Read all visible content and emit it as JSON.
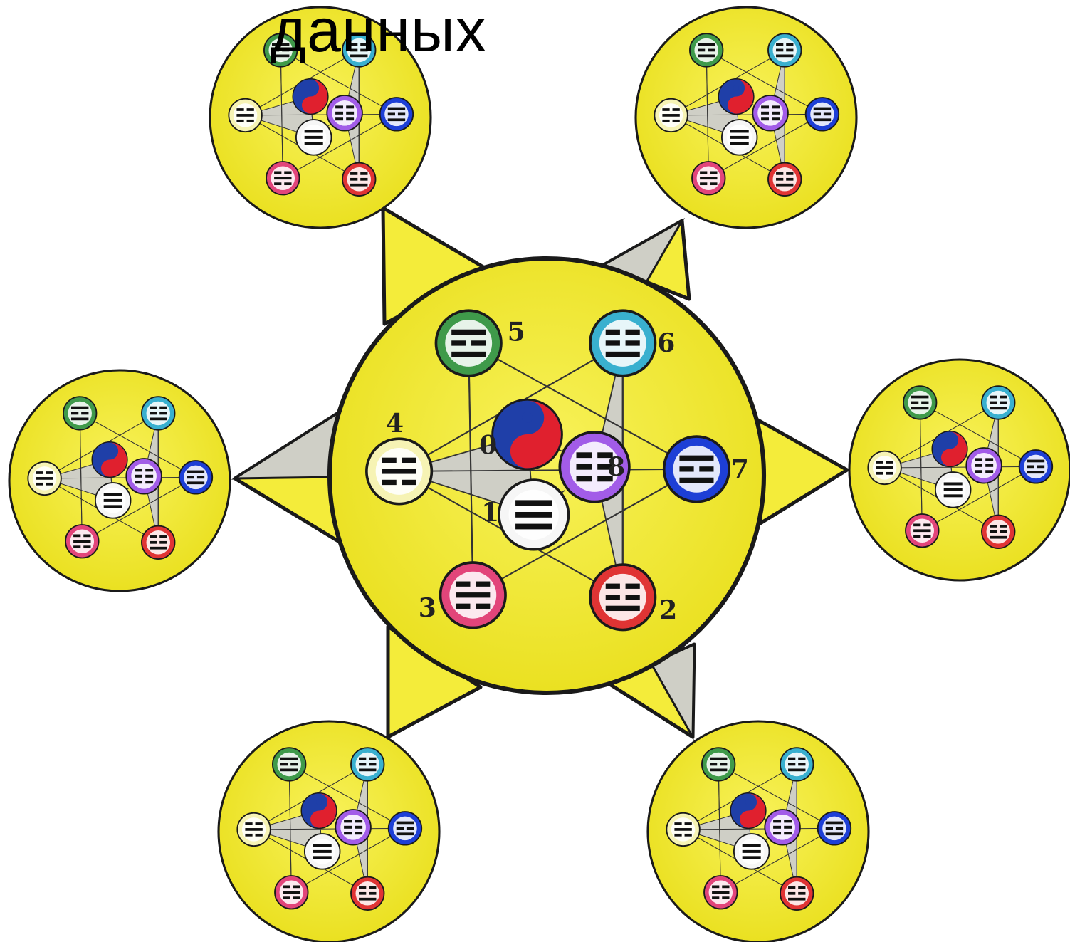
{
  "heading": "данных",
  "diagram": {
    "center": {
      "nodes": [
        {
          "label": "0",
          "symbol": "yin-yang",
          "color": "#c8102e",
          "trigram": null
        },
        {
          "label": "1",
          "symbol": "trigram",
          "color": "#f6f6f6",
          "trigram": [
            1,
            1,
            1
          ]
        },
        {
          "label": "2",
          "symbol": "trigram",
          "color": "#e03434",
          "trigram": [
            0,
            0,
            1
          ]
        },
        {
          "label": "3",
          "symbol": "trigram",
          "color": "#e2457a",
          "trigram": [
            0,
            1,
            0
          ]
        },
        {
          "label": "4",
          "symbol": "trigram",
          "color": "#f6f3b4",
          "trigram": [
            0,
            1,
            0
          ]
        },
        {
          "label": "5",
          "symbol": "trigram",
          "color": "#3f9a4a",
          "trigram": [
            1,
            0,
            1
          ]
        },
        {
          "label": "6",
          "symbol": "trigram",
          "color": "#39b0cf",
          "trigram": [
            0,
            0,
            1
          ]
        },
        {
          "label": "7",
          "symbol": "trigram",
          "color": "#1d3fd6",
          "trigram": [
            1,
            0,
            1
          ]
        },
        {
          "label": "8",
          "symbol": "trigram",
          "color": "#a25ce8",
          "trigram": [
            0,
            0,
            0
          ]
        }
      ]
    },
    "satellites": [
      "top-left",
      "top-right",
      "left",
      "right",
      "bottom-left",
      "bottom-right"
    ]
  },
  "colors": {
    "disc": "#f2ea2a",
    "triangle_yellow": "#f4ec3a",
    "triangle_grey": "#cfcfc6",
    "outline": "#1a1a1a"
  }
}
